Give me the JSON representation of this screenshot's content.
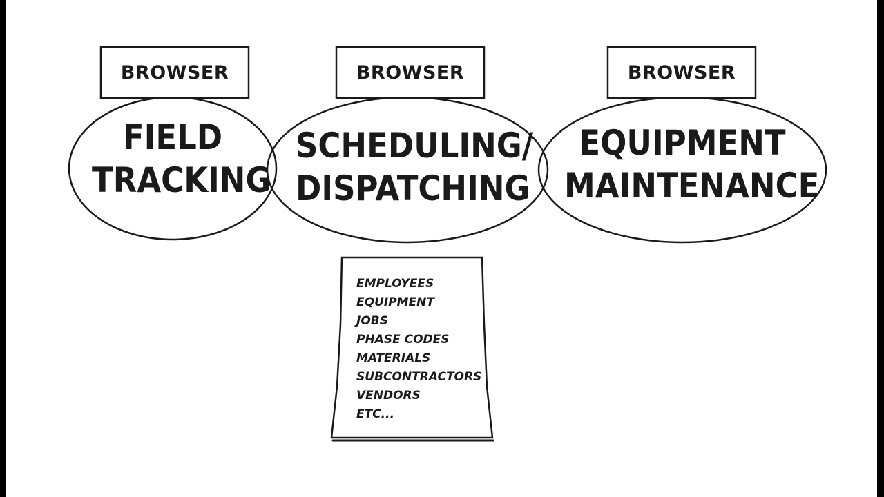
{
  "nodes": [
    {
      "id": "field-tracking",
      "box_label": "BROWSER",
      "title_lines": [
        "FIELD",
        "TRACKING"
      ]
    },
    {
      "id": "scheduling-dispatching",
      "box_label": "BROWSER",
      "title_lines": [
        "SCHEDULING/",
        "DISPATCHING"
      ]
    },
    {
      "id": "equipment-maintenance",
      "box_label": "BROWSER",
      "title_lines": [
        "EQUIPMENT",
        "MAINTENANCE"
      ]
    }
  ],
  "document": {
    "items": [
      "EMPLOYEES",
      "EQUIPMENT",
      "JOBS",
      "PHASE CODES",
      "MATERIALS",
      "SUBCONTRACTORS",
      "VENDORS",
      "ETC..."
    ]
  },
  "colors": {
    "ink": "#1a1a1a",
    "paper": "#ffffff",
    "frame": "#000000"
  }
}
